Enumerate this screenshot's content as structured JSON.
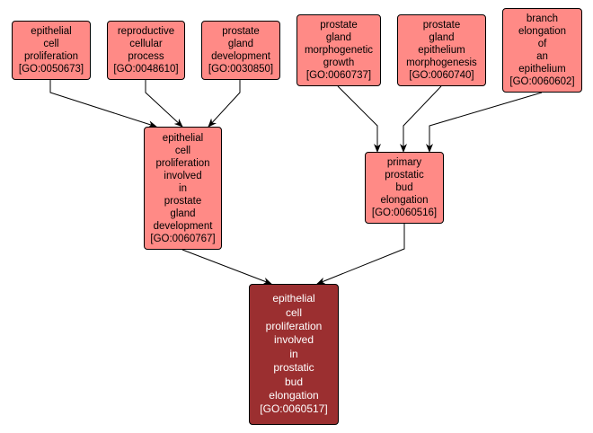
{
  "colors": {
    "node_fill": "#ff8a86",
    "target_fill": "#9b2f30",
    "target_text": "#ffffff",
    "edge": "#000000"
  },
  "nodes": [
    {
      "id": "GO:0050673",
      "lines": [
        "epithelial",
        "cell",
        "proliferation"
      ],
      "label": "[GO:0050673]"
    },
    {
      "id": "GO:0048610",
      "lines": [
        "reproductive",
        "cellular",
        "process"
      ],
      "label": "[GO:0048610]"
    },
    {
      "id": "GO:0030850",
      "lines": [
        "prostate",
        "gland",
        "development"
      ],
      "label": "[GO:0030850]"
    },
    {
      "id": "GO:0060737",
      "lines": [
        "prostate",
        "gland",
        "morphogenetic",
        "growth"
      ],
      "label": "[GO:0060737]"
    },
    {
      "id": "GO:0060740",
      "lines": [
        "prostate",
        "gland",
        "epithelium",
        "morphogenesis"
      ],
      "label": "[GO:0060740]"
    },
    {
      "id": "GO:0060602",
      "lines": [
        "branch",
        "elongation",
        "of",
        "an",
        "epithelium"
      ],
      "label": "[GO:0060602]"
    },
    {
      "id": "GO:0060767",
      "lines": [
        "epithelial",
        "cell",
        "proliferation",
        "involved",
        "in",
        "prostate",
        "gland",
        "development"
      ],
      "label": "[GO:0060767]"
    },
    {
      "id": "GO:0060516",
      "lines": [
        "primary",
        "prostatic",
        "bud",
        "elongation"
      ],
      "label": "[GO:0060516]"
    },
    {
      "id": "GO:0060517",
      "lines": [
        "epithelial",
        "cell",
        "proliferation",
        "involved",
        "in",
        "prostatic",
        "bud",
        "elongation"
      ],
      "label": "[GO:0060517]",
      "highlighted": true
    }
  ],
  "edges": [
    {
      "from": "GO:0050673",
      "to": "GO:0060767"
    },
    {
      "from": "GO:0048610",
      "to": "GO:0060767"
    },
    {
      "from": "GO:0030850",
      "to": "GO:0060767"
    },
    {
      "from": "GO:0060737",
      "to": "GO:0060516"
    },
    {
      "from": "GO:0060740",
      "to": "GO:0060516"
    },
    {
      "from": "GO:0060602",
      "to": "GO:0060516"
    },
    {
      "from": "GO:0060767",
      "to": "GO:0060517"
    },
    {
      "from": "GO:0060516",
      "to": "GO:0060517"
    }
  ]
}
